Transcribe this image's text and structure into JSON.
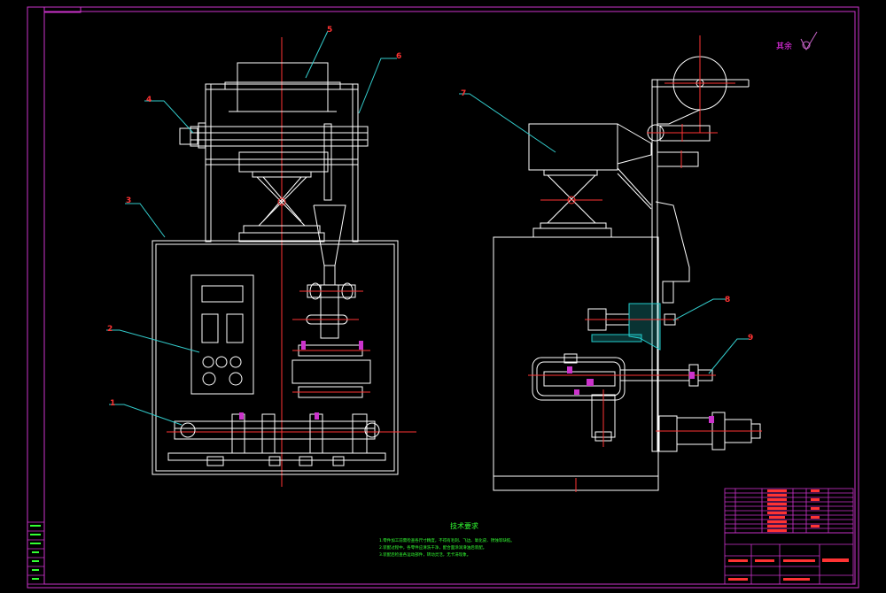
{
  "colors": {
    "background": "#000000",
    "frame": "#cc33cc",
    "lines": "#ffffff",
    "centerlines": "#ff3333",
    "leaders": "#33cccc",
    "labels": "#ff3333",
    "notes": "#33ff33",
    "accent_cyan": "#22cccc"
  },
  "callouts": {
    "c1": "1",
    "c2": "2",
    "c3": "3",
    "c4": "4",
    "c5": "5",
    "c6": "6",
    "c7": "7",
    "c8": "8",
    "c9": "9"
  },
  "roughness": {
    "label": "其余"
  },
  "notes": {
    "title": "技术要求",
    "line1": "1.零件加工前需检查各尺寸精度，不得有毛刺、飞边、氧化皮、锈蚀等缺陷。",
    "line2": "2.装配过程中，各零件应清洗干净，配合面涂润滑油后装配。",
    "line3": "3.装配后检查各运动部件，转动灵活，无卡滞现象。"
  }
}
